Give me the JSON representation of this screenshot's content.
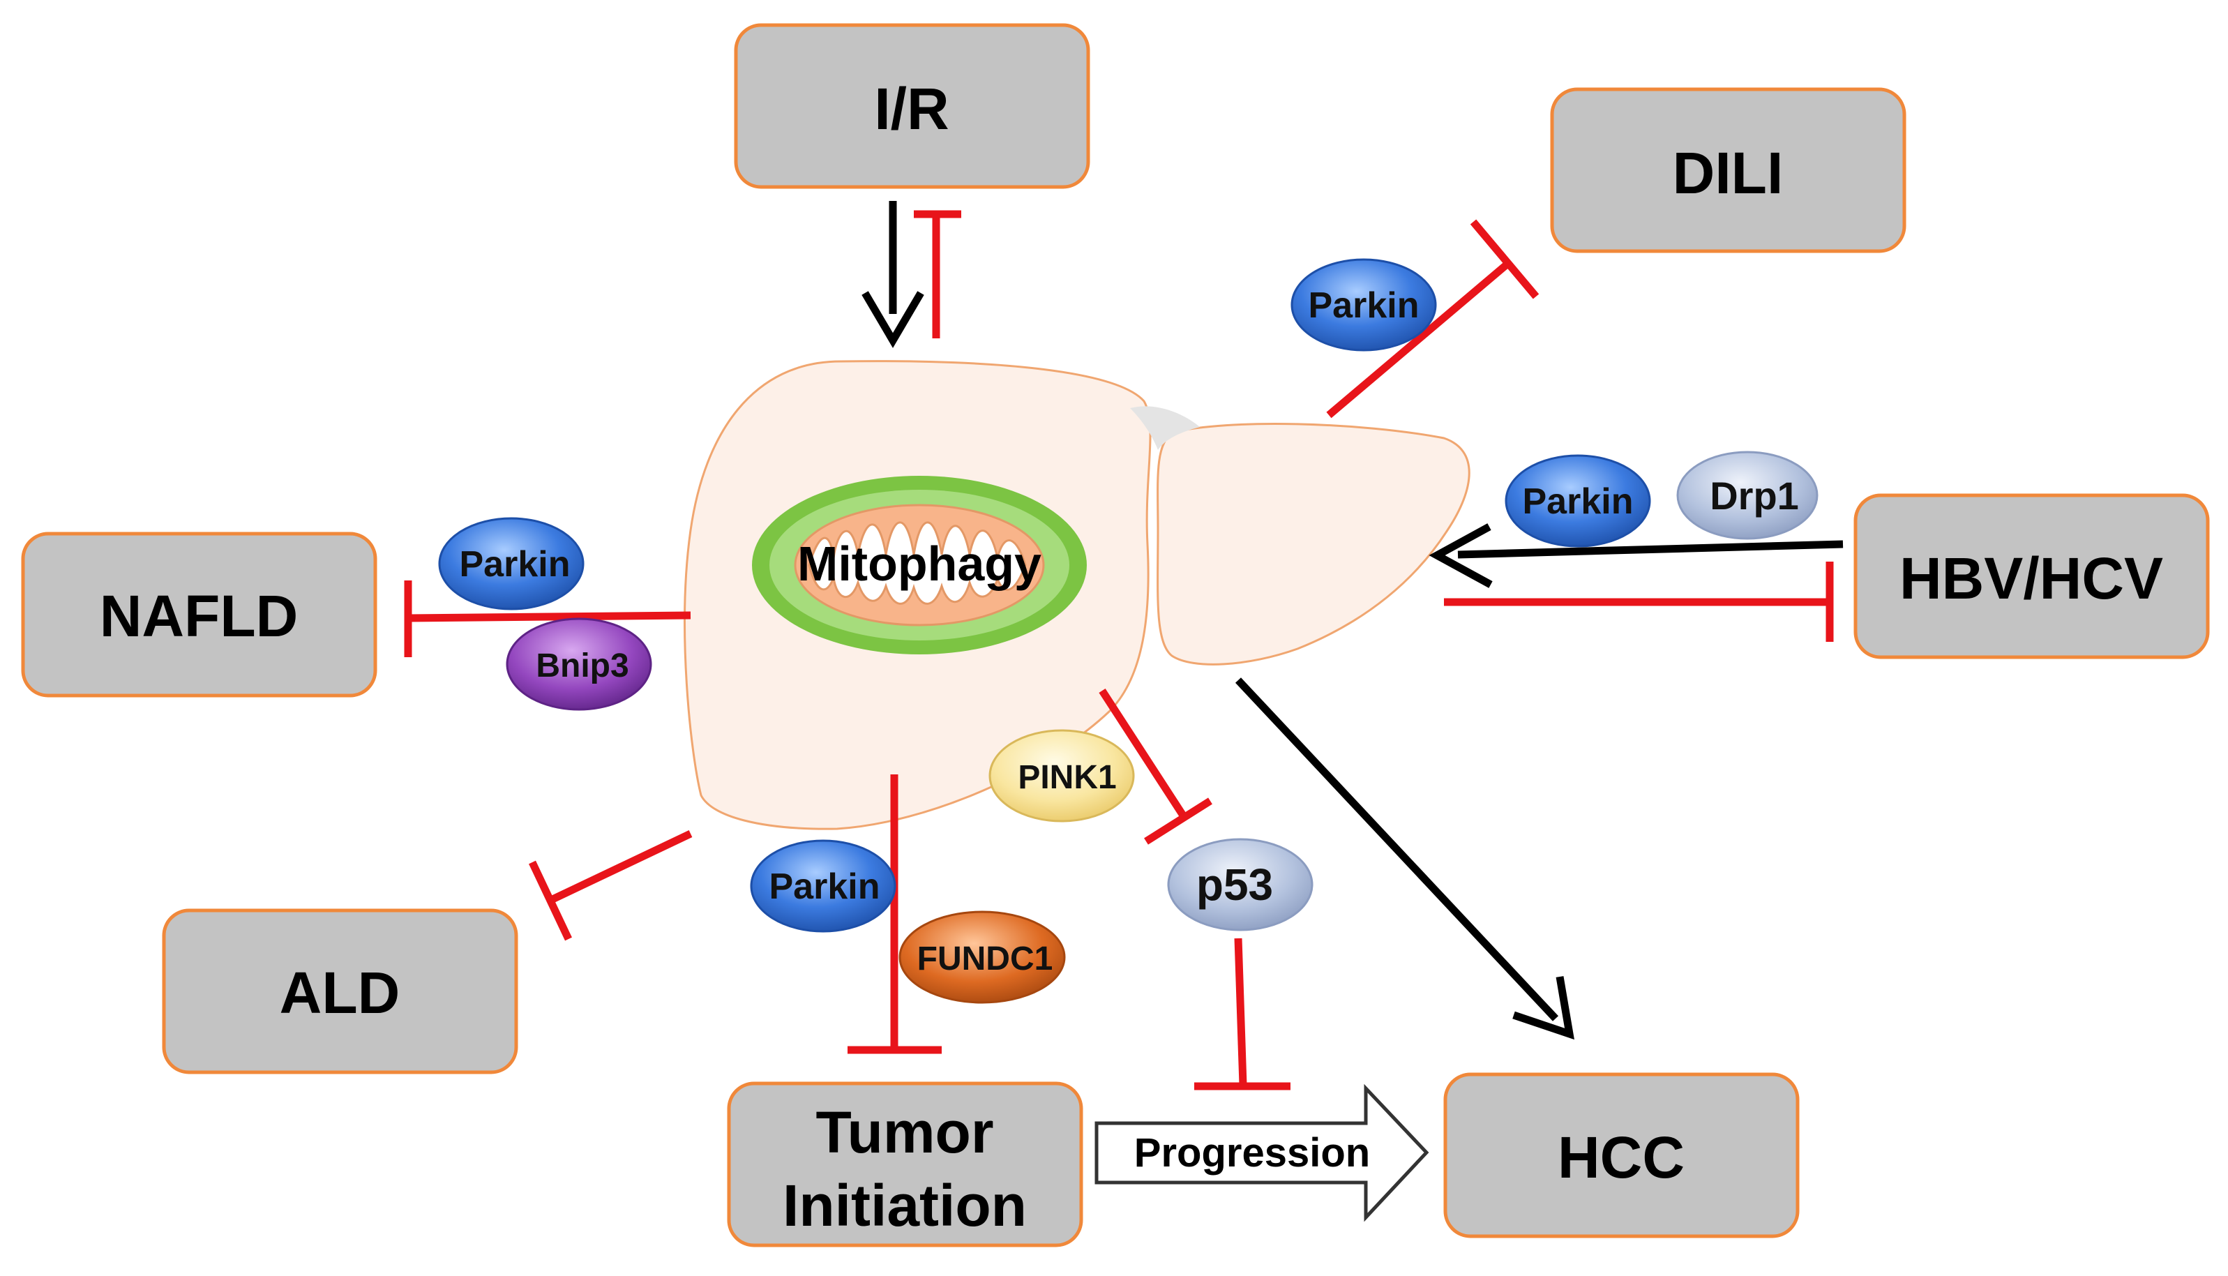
{
  "boxes": {
    "ir": "I/R",
    "dili": "DILI",
    "nafld": "NAFLD",
    "hbv_hcv": "HBV/HCV",
    "ald": "ALD",
    "tumor_initiation_line1": "Tumor",
    "tumor_initiation_line2": "Initiation",
    "hcc": "HCC"
  },
  "center": {
    "mitophagy": "Mitophagy"
  },
  "proteins": {
    "parkin_dili": "Parkin",
    "parkin_hbv": "Parkin",
    "drp1": "Drp1",
    "parkin_nafld": "Parkin",
    "bnip3": "Bnip3",
    "pink1": "PINK1",
    "parkin_tumor": "Parkin",
    "fundc1": "FUNDC1",
    "p53": "p53"
  },
  "progression_label": "Progression",
  "colors": {
    "box_fill": "#c3c3c3",
    "box_border": "#f0883a",
    "inhibit": "#e8141a",
    "activate": "#000000",
    "liver_fill": "#fdf0e8",
    "liver_stroke": "#f0a670",
    "mito_outer": "#7cc443",
    "mito_inner": "#f8b48a",
    "parkin_blue": "#2f6fd1",
    "drp1_gray": "#a9b8d6",
    "bnip3_purple": "#8a3fb0",
    "pink1_yellow": "#f7e18c",
    "fundc1_orange": "#d8641e",
    "p53_gray": "#a9b8d6"
  }
}
